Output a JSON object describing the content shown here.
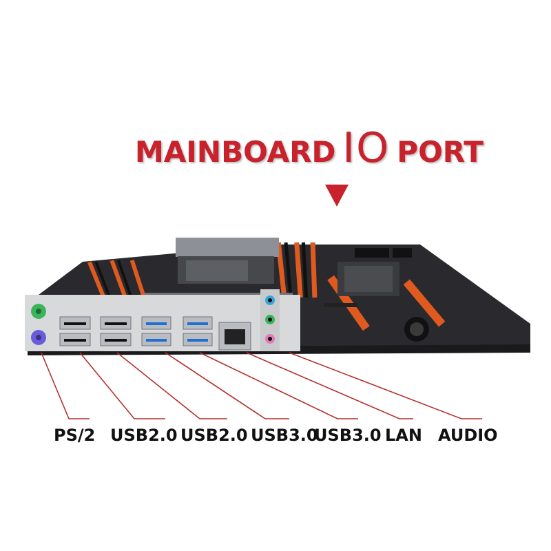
{
  "title": {
    "word1": "MAINBOARD",
    "word2": "IO",
    "word3": "PORT"
  },
  "colors": {
    "title_red": "#c8232c",
    "board_dark": "#2a2a2e",
    "slot_orange": "#e05a20",
    "usb3_blue": "#1e6fd0",
    "leader_red": "#b3302b"
  },
  "port_labels": [
    "PS/2",
    "USB2.0",
    "USB2.0",
    "USB3.0",
    "USB3.0",
    "LAN",
    "AUDIO"
  ]
}
